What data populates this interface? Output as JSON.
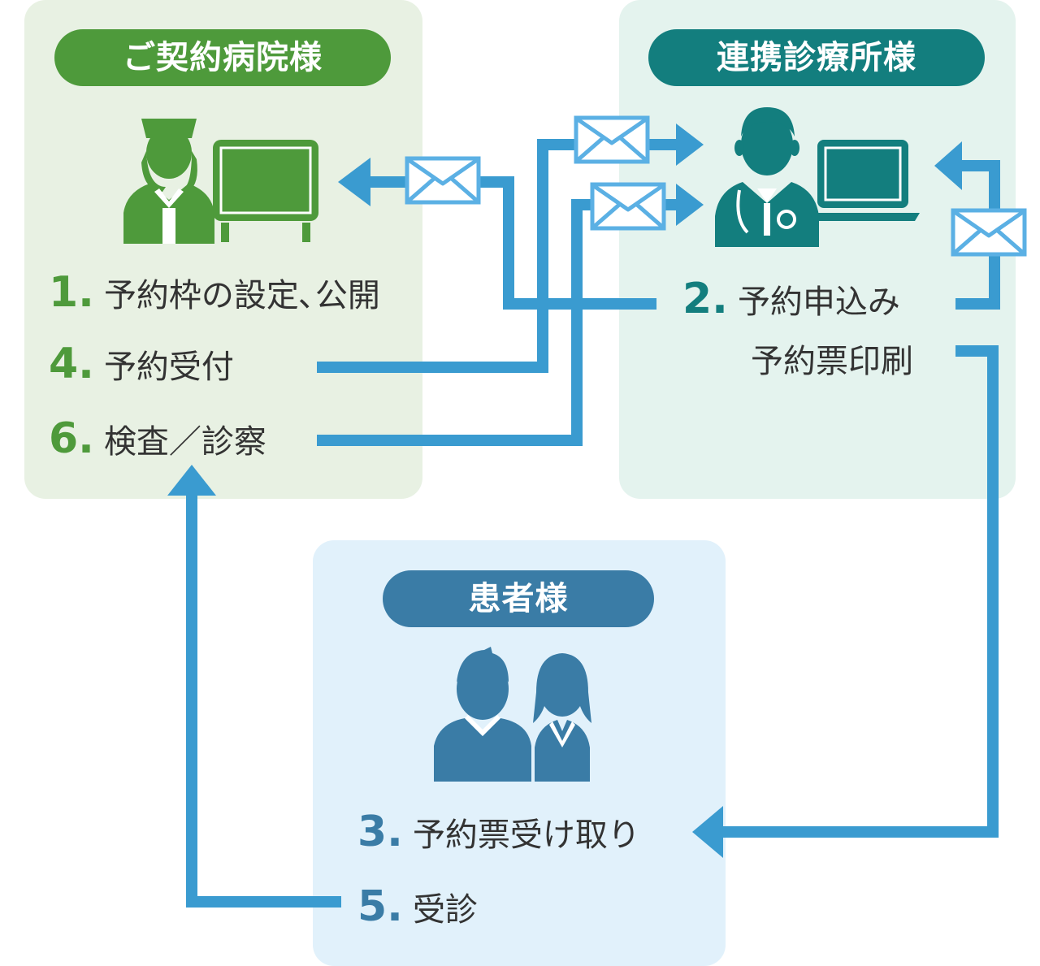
{
  "hospital": {
    "title": "ご契約病院様",
    "steps": [
      {
        "num": "1.",
        "label": "予約枠の設定､公開"
      },
      {
        "num": "4.",
        "label": "予約受付"
      },
      {
        "num": "6.",
        "label": "検査／診察"
      }
    ]
  },
  "clinic": {
    "title": "連携診療所様",
    "step": {
      "num": "2.",
      "label_line1": "予約申込み",
      "label_line2": "予約票印刷"
    }
  },
  "patient": {
    "title": "患者様",
    "steps": [
      {
        "num": "3.",
        "label": "予約票受け取り"
      },
      {
        "num": "5.",
        "label": "受診"
      }
    ]
  },
  "colors": {
    "hospital": "#4e9a3b",
    "clinic": "#137e7e",
    "patient": "#3a7ca6",
    "connector": "#3a9bd0",
    "envelope_stroke": "#5bb0e4",
    "envelope_fill": "#ffffff"
  },
  "icons": [
    "nurse-icon",
    "monitor-icon",
    "doctor-icon",
    "laptop-icon",
    "patients-icon",
    "envelope-icon",
    "arrow-icon"
  ]
}
